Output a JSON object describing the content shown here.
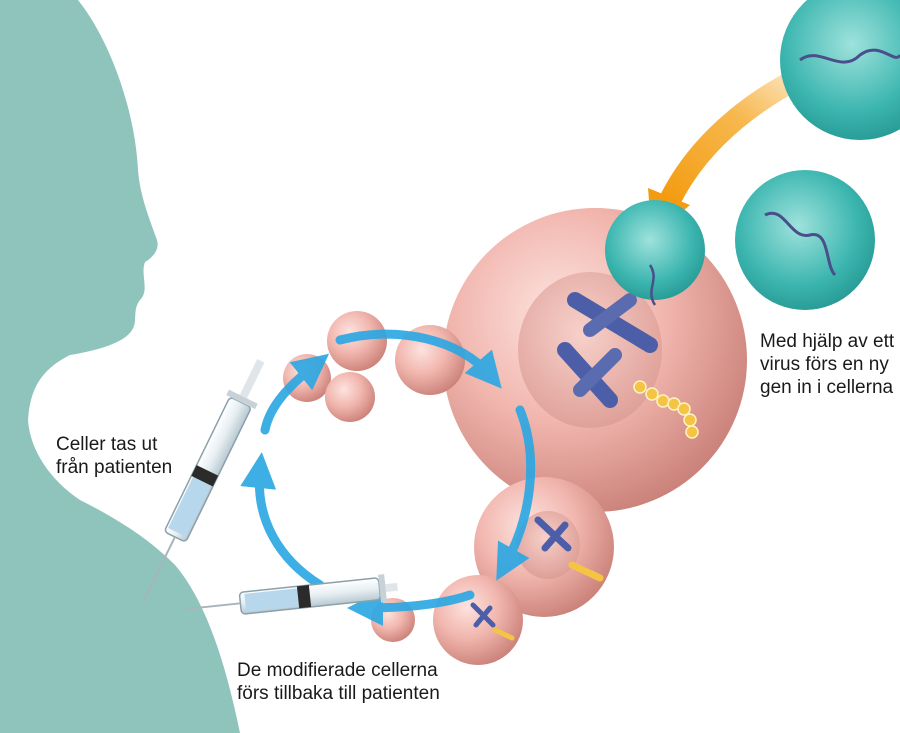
{
  "labels": {
    "cells_taken": [
      "Celler tas ut",
      "från patienten"
    ],
    "virus_inserts": [
      "Med hjälp av ett",
      "virus förs en ny",
      "gen in i cellerna"
    ],
    "cells_returned": [
      "De modifierade cellerna",
      "förs tillbaka till patienten"
    ]
  },
  "colors": {
    "silhouette": "#8fc4bd",
    "cell": "#e9a8a1",
    "virus": "#3db6b0",
    "cycle_arrow": "#2aa7e3",
    "virus_arrow": "#f5a623",
    "chromosome": "#5a6bb0",
    "gene": "#f6c445"
  }
}
